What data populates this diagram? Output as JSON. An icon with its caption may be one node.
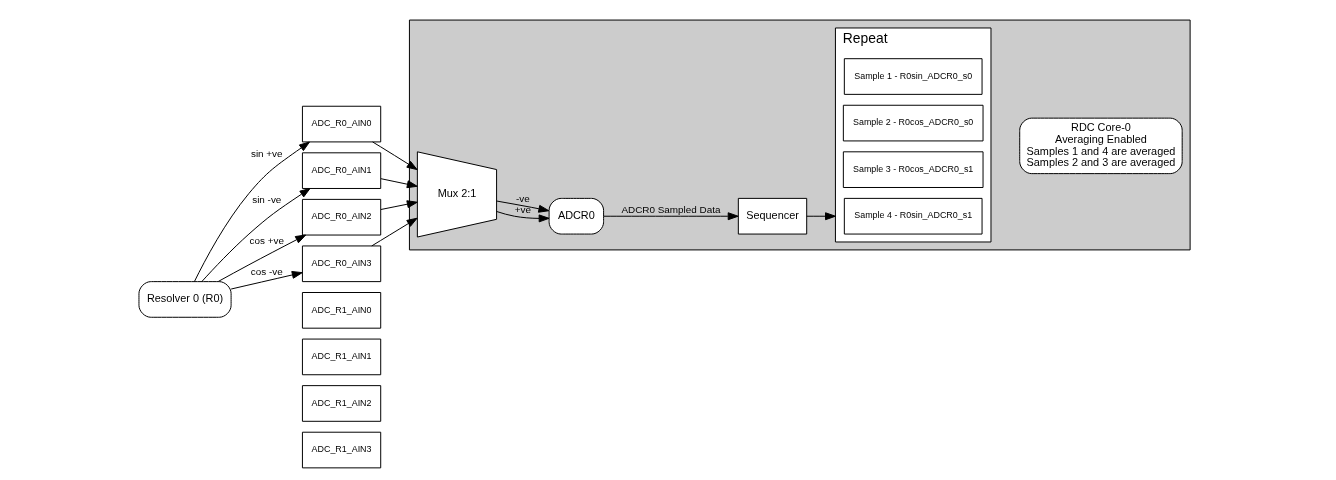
{
  "diagram": {
    "nodes": [
      {
        "text": [],
        "shape": "box"
      },
      {
        "text": [
          "Resolver 0 (R0)"
        ]
      },
      {
        "text": [
          "ADC_R0_AIN0"
        ]
      },
      {
        "text": [
          "ADC_R0_AIN1"
        ]
      },
      {
        "text": [
          "ADC_R0_AIN2"
        ]
      },
      {
        "text": [
          "ADC_R0_AIN3"
        ]
      },
      {
        "text": [
          "ADC_R1_AIN0"
        ]
      },
      {
        "text": [
          "ADC_R1_AIN1"
        ]
      },
      {
        "text": [
          "ADC_R1_AIN2"
        ]
      },
      {
        "text": [
          "ADC_R1_AIN3"
        ]
      },
      {
        "text": [
          "Mux 2:1"
        ],
        "in": 0
      },
      {
        "text": [
          "ADCR0"
        ],
        "in": 0
      },
      {
        "text": [
          "Sequencer"
        ],
        "in": 0
      },
      {
        "text": [
          "Repeat"
        ],
        "in": 0
      },
      {
        "text": [
          "Sample 4 - R0sin_ADCR0_s1"
        ],
        "in": 13
      },
      {
        "text": [
          "Sample 3 - R0cos_ADCR0_s1"
        ],
        "in": 13
      },
      {
        "text": [
          "Sample 2 - R0cos_ADCR0_s0"
        ],
        "in": 13
      },
      {
        "text": [
          "Sample 1 - R0sin_ADCR0_s0"
        ],
        "in": 13
      },
      {
        "text": [
          "RDC Core-0",
          "Averaging Enabled",
          "Samples 1 and 4 are averaged",
          "Samples 2 and 3 are averaged"
        ],
        "in": 0
      }
    ],
    "edges": [
      {
        "from": 1,
        "to": 2,
        "arrow": "to",
        "label": "sin +ve"
      },
      {
        "from": 1,
        "to": 3,
        "arrow": "to",
        "label": "sin -ve"
      },
      {
        "from": 1,
        "to": 4,
        "arrow": "to",
        "label": "cos +ve"
      },
      {
        "from": 1,
        "to": 5,
        "arrow": "to",
        "label": "cos -ve"
      },
      {
        "from": 2,
        "to": 10,
        "arrow": "to"
      },
      {
        "from": 3,
        "to": 10,
        "arrow": "to"
      },
      {
        "from": 4,
        "to": 10,
        "arrow": "to"
      },
      {
        "from": 5,
        "to": 10,
        "arrow": "to"
      },
      {
        "from": 10,
        "to": 11,
        "arrow": "to",
        "label": "+ve"
      },
      {
        "from": 10,
        "to": 11,
        "arrow": "to",
        "label": "-ve"
      },
      {
        "from": 11,
        "to": 12,
        "arrow": "to",
        "label": "ADCR0 Sampled Data"
      },
      {
        "from": 12,
        "to": 13,
        "arrow": "to"
      }
    ]
  }
}
